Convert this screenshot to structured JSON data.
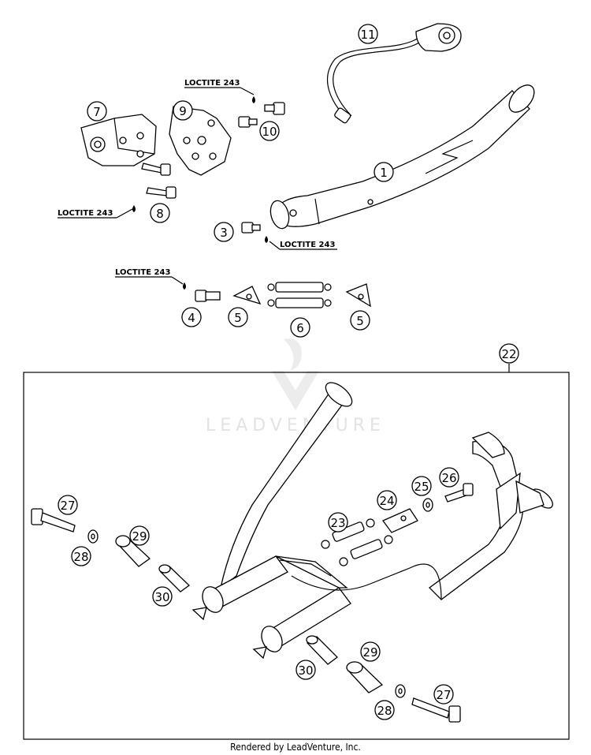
{
  "loctite_label": "LOCTITE 243",
  "watermark": "LEADVENTURE",
  "footer": "Rendered by LeadVenture, Inc.",
  "callouts": {
    "c1": "1",
    "c3": "3",
    "c4": "4",
    "c5a": "5",
    "c5b": "5",
    "c6": "6",
    "c7": "7",
    "c8": "8",
    "c9": "9",
    "c10": "10",
    "c11": "11",
    "c22": "22",
    "c23": "23",
    "c24": "24",
    "c25": "25",
    "c26": "26",
    "c27a": "27",
    "c27b": "27",
    "c28a": "28",
    "c28b": "28",
    "c29a": "29",
    "c29b": "29",
    "c30a": "30",
    "c30b": "30"
  }
}
